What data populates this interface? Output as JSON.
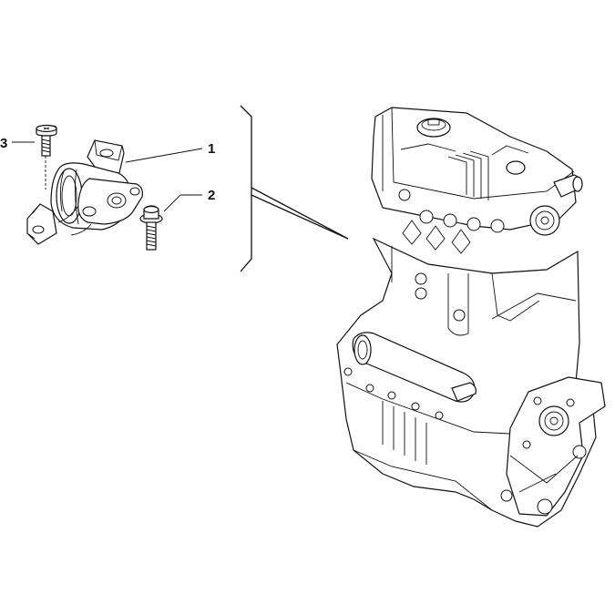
{
  "diagram": {
    "callouts": [
      {
        "id": "1",
        "label": "1"
      },
      {
        "id": "2",
        "label": "2"
      },
      {
        "id": "3",
        "label": "3"
      }
    ],
    "parts": [
      {
        "name": "engine-mount",
        "callout": "1"
      },
      {
        "name": "flange-bolt",
        "callout": "2"
      },
      {
        "name": "mount-screw",
        "callout": "3"
      }
    ]
  }
}
